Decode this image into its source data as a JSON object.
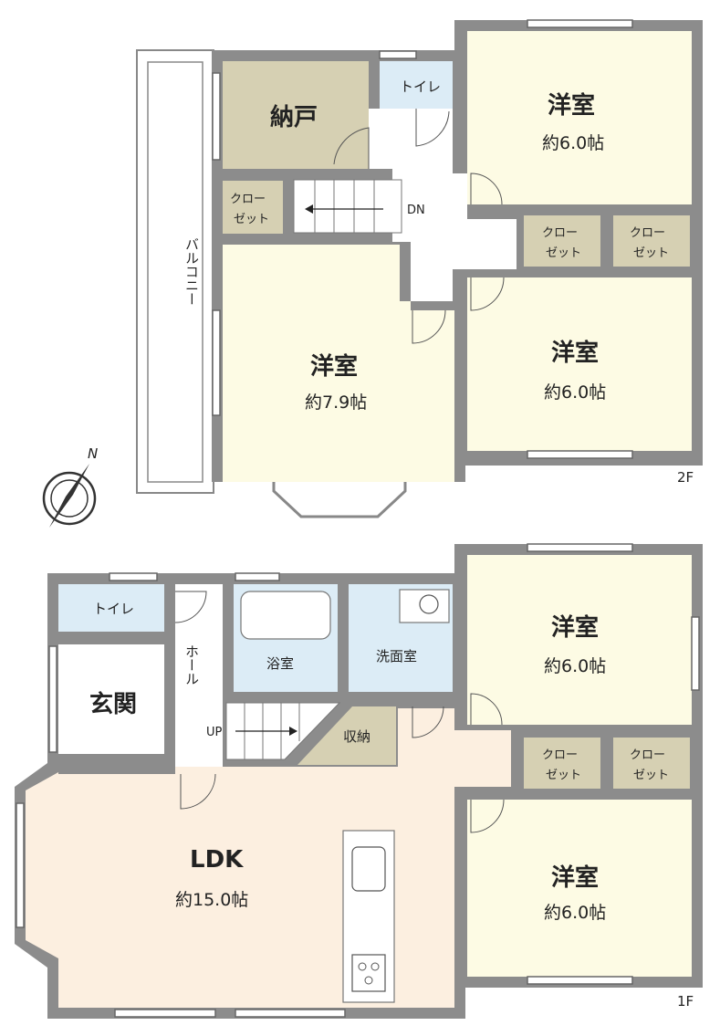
{
  "floor2": {
    "label": "2F",
    "balcony": "バルコニー",
    "storage_room": "納戸",
    "toilet": "トイレ",
    "stairs_down": "DN",
    "closet_a": [
      "クロー",
      "ゼット"
    ],
    "closet_b": [
      "クロー",
      "ゼット"
    ],
    "closet_c": [
      "クロー",
      "ゼット"
    ],
    "room_ne": {
      "name": "洋室",
      "size": "約6.0帖"
    },
    "room_center": {
      "name": "洋室",
      "size": "約7.9帖"
    },
    "room_se": {
      "name": "洋室",
      "size": "約6.0帖"
    }
  },
  "floor1": {
    "label": "1F",
    "toilet": "トイレ",
    "hall": "ホール",
    "entrance": "玄関",
    "bath": "浴室",
    "washroom": "洗面室",
    "storage": "収納",
    "stairs_up": "UP",
    "ldk": {
      "name": "LDK",
      "size": "約15.0帖"
    },
    "closet_a": [
      "クロー",
      "ゼット"
    ],
    "closet_b": [
      "クロー",
      "ゼット"
    ],
    "room_ne": {
      "name": "洋室",
      "size": "約6.0帖"
    },
    "room_se": {
      "name": "洋室",
      "size": "約6.0帖"
    }
  },
  "compass": {
    "north": "N"
  },
  "colors": {
    "wall": "#8c8c8c",
    "room": "#fdfbe4",
    "storage": "#d6d0b3",
    "wet": "#dcecf6",
    "ldk": "#fcefe0",
    "balcony": "#ffffff"
  }
}
